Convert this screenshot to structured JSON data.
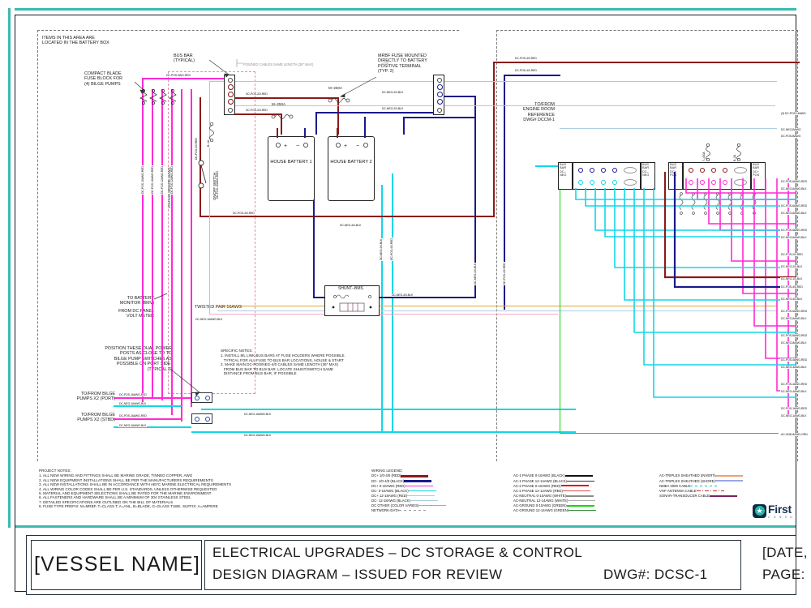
{
  "document": {
    "sheet_type": "marine electrical schematic",
    "title_block": {
      "vessel_name": "[VESSEL NAME]",
      "title_line_1": "ELECTRICAL UPGRADES – DC STORAGE & CONTROL",
      "title_line_2": "DESIGN DIAGRAM – ISSUED FOR REVIEW",
      "drawing_number_label": "DWG#: DCSC-1",
      "date_field": "[DATE,",
      "page_field": "PAGE:"
    },
    "logo": {
      "mark": "star-icon",
      "name": "First",
      "sub": "C O N S U L"
    }
  },
  "callouts": {
    "battery_box": "ITEMS IN THIS AREA ARE\nLOCATED IN THE BATTERY BOX",
    "fuse_block": "COMPACT BLADE\nFUSE BLOCK FOR\n(4) BILGE PUMPS",
    "bus_bar": "BUS BAR\n(TYPICAL)",
    "pos_neg_cables": "POS/NEG CABLES SAME LENGTH (36\" MAX)",
    "mrbf": "MRBF FUSE MOUNTED\nDIRECTLY TO BATTERY\nPOSITIVE TERMINAL\n(TYP. 2)",
    "engine_room": "TO/FROM\nENGINE ROOM\nREFERENCE\nDWG# DCCM-1",
    "to_battery_monitor": "TO BATTERY\nMONITOR (BMV)",
    "from_dc_panel": "FROM DC PANEL\nVOLT METER",
    "twisted_pair": "TWISTED PAIR 16AWG",
    "power_posts": "POSITION THESE DUAL POWER\nPOSTS AS CLOSE TO TO\nBILGE PUMP SWITCHES AS\nPOSSIBLE ON PORT SIDE.\n(TYPICAL 2)",
    "bilge_port": "TO/FROM BILGE\nPUMPS X2 (PORT)",
    "bilge_stbd": "TO/FROM BILGE\nPUMPS X2 (STBD)",
    "on_off_switch": "ON/OFF SWITCH",
    "voltage_sensor": "VOLTAGE SENSOR 16AWG",
    "shunt": "SHUNT–BMS"
  },
  "batteries": [
    {
      "name": "HOUSE\nBATTERY\n1",
      "pos_mark": "+",
      "neg_mark": "–"
    },
    {
      "name": "HOUSE\nBATTERY\n2",
      "pos_mark": "+",
      "neg_mark": "–"
    }
  ],
  "bus_bars": [
    {
      "id": "bb-neg-left",
      "label": "BUS\nBAR\nDC–\nNEG"
    },
    {
      "id": "bb-neg-right",
      "label": "BUS\nBAR\nDC–\nNEG"
    },
    {
      "id": "bb-pos-left",
      "label": "BUS\nBAR\nDC+\nPOS"
    },
    {
      "id": "bb-pos-right",
      "label": "BUS\nBAR\nDC+\nPOS"
    }
  ],
  "fuses": [
    {
      "label": "M–250A"
    },
    {
      "label": "M–250A"
    },
    {
      "label": "B–1A"
    },
    {
      "label": "T–400A"
    },
    {
      "label": "B–2A"
    }
  ],
  "fuse_block_fuses": [
    "B-15A",
    "B-15A",
    "B-15A",
    "B-15A"
  ],
  "wire_labels": {
    "top_left": [
      "DC-POS-9WG-RED",
      "DC-POS-2/0-RED",
      "DC-POS-2/0-RED",
      "DC-POS-4/0-RED",
      "DC-NEG-2/0-BLK",
      "DC-NEG-2/0-BLK",
      "DC-POS-4/0-RED",
      "DC-POS-4/0-RED",
      "DC-NEG-4/0-BLK"
    ],
    "vertical_left": [
      "DC-POS-16AWG-RED",
      "DC-POS-16AWG-RED",
      "DC-POS-12AWG-RED",
      "DC-POS-12AWG-RED",
      "VOLTAGE SENSOR 16AWG",
      "DC-POS-4/0-RED",
      "DC-POS-16AWG-RED"
    ],
    "vertical_mid": [
      "DC-NEG-4/0-BLK",
      "DC-POS-4/0-RED",
      "DC-NEG-4/0-BLK",
      "DC-POS-4/0-RED",
      "DC-NEG-16AWG-BLK"
    ],
    "bottom_left": [
      "DC-POS-16AWG-RED",
      "DC-NEG-16AWG-BLK",
      "DC-POS-16AWG-RED",
      "DC-NEG-16AWG-BLK",
      "DC-NEG-16AWG-BLK",
      "DC-NEG-16AWG-BLK"
    ],
    "right_edge": [
      "(3) DC-POS-16AWG",
      "DC-NEG-BAWG",
      "DC-POS-BAWG",
      "DC-POS-6AWG-RED",
      "DC-NEG-6AWG-BLK",
      "DC-POS-6AWG-RED",
      "DC-NEG-6AWG-BLK",
      "DC-POS-6AWG-RED",
      "DC-NEG-6AWG-BLK",
      "DC-POS-2/0-RED",
      "DC-NEG-2/0-BLK",
      "DC-NEG-1/0-BLK",
      "DC-POS-4/0-RED",
      "DC-NEG-4/0-BLK",
      "DC-POS-6AWG-RED",
      "DC-NEG-6AWG-BLK",
      "DC-POS-8AWG-RED",
      "DC-NEG-8AWG-BLK",
      "DC-POS-4AWG-RED",
      "DC-NEG-4AWG-BLK",
      "DC-POS-4AWG-RED",
      "DC-NEG-4AWG-BLK",
      "DC-POS-1AWG-RED",
      "DC-NEG-1AWG-BLK",
      "AC-GND-8AWG-GRN"
    ],
    "shunt_out": "DC-NEG-4/0-BLK",
    "neg_16": "DC-NEG-16AWG-BLK"
  },
  "specific_notes": {
    "heading": "SPECIFIC NOTES:",
    "items": [
      "1. INSTALL ML LINK BUS BARS AT FUSE HOLDERS WHERE POSSIBLE.",
      "   TYPICAL FOR ALL FUSE TO BUS BAR LOCATIONS, HOUSE & START",
      "2. MAKE MAIN DC-POS/NEG-4/0 CABLES SAME LENGTH (36\" MAX)",
      "   FROM BUS BAR TO BUS BAR. LOCATE SHUNT/SWITCH SAME",
      "   DISTANCE FROM BUS BAR, IF POSSIBLE"
    ]
  },
  "project_notes": {
    "heading": "PROJECT NOTES:",
    "items": [
      "1. ALL NEW WIRING AND FITTINGS SHALL BE MARINE GRADE, TINNED COPPER, AWG",
      "2. ALL NEW EQUIPMENT INSTALLATIONS SHALL BE PER THE MANUFACTURERS REQUIREMENTS",
      "3. ALL NEW INSTALLATIONS SHALL BE IN ACCORDANCE WITH ABYC MARINE ELECTRICAL REQUIREMENTS",
      "4. ALL WIRING COLOR CODES SHALL BE PER U.S. STANDARDS, UNLESS OTHERWISE REQUESTED",
      "5. MATERIAL AND EQUIPMENT SELECTIONS SHALL BE RATED FOR THE MARINE ENVIRONMENT",
      "6. ALL FASTENERS AND HARDWARE SHALL BE A MINIMUM OF 304 STAINLESS STEEL",
      "7. DETAILED SPECIFICATIONS ARE OUTLINED ON THE BILL OF MATERIALS",
      "8. FUSE TYPE PREFIX: M=MRBF, T=CLASS T, A=ANL, B=BLADE, G=GLASS TUBE. SUFFIX: A=AMPERE"
    ]
  },
  "wiring_legend": {
    "heading": "WIRING LEGEND:",
    "col1": [
      {
        "label": "DC+ 1/0-4/0 (RED)",
        "color": "#8b1a1a",
        "w": 2.6,
        "style": "solid"
      },
      {
        "label": "DC- 1/0-4/0 (BLACK)",
        "color": "#1a1a8b",
        "w": 2.6,
        "style": "solid"
      },
      {
        "label": "DC+ 0-10AWG (RED)",
        "color": "#ff2ad4",
        "w": 1.6,
        "style": "solid"
      },
      {
        "label": "DC- 0-10AWG (BLACK)",
        "color": "#12d7e8",
        "w": 1.6,
        "style": "solid"
      },
      {
        "label": "DC+ 12-18AWG (RED)",
        "color": "#f7a8c4",
        "w": 1.0,
        "style": "solid"
      },
      {
        "label": "DC- 12-18AWG (BLACK)",
        "color": "#a9cfe0",
        "w": 1.0,
        "style": "solid"
      },
      {
        "label": "DC OTHER (COLOR VARIES)",
        "color": "#e2a33c",
        "w": 1.0,
        "style": "solid"
      },
      {
        "label": "NETWORK-DATA",
        "color": "#9a9a9a",
        "w": 1.0,
        "style": "dashed"
      }
    ],
    "col2": [
      {
        "label": "AC-1 PHASE 0-10AWG (BLACK)",
        "color": "#111111",
        "w": 2.2,
        "style": "solid"
      },
      {
        "label": "AC-1 PHASE 12-14AWG (BLACK)",
        "color": "#333333",
        "w": 0.9,
        "style": "solid"
      },
      {
        "label": "AC-2 PHASE 0-10AWG (RED)",
        "color": "#e01b1b",
        "w": 2.0,
        "style": "solid"
      },
      {
        "label": "AC-2 PHASE 12-14AWG (RED)",
        "color": "#e05050",
        "w": 0.9,
        "style": "solid"
      },
      {
        "label": "AC-NEUTRAL 0-10AWG (WHITE)",
        "color": "#8a8a8a",
        "w": 2.0,
        "style": "solid"
      },
      {
        "label": "AC-NEUTRAL 12-14AWG (WHITE)",
        "color": "#b0b0b0",
        "w": 0.9,
        "style": "solid"
      },
      {
        "label": "AC-GROUND 0-10AWG (GREEN)",
        "color": "#13d613",
        "w": 2.0,
        "style": "solid"
      },
      {
        "label": "AC-GROUND 12-14AWG (GREEN)",
        "color": "#2e8b2e",
        "w": 0.9,
        "style": "solid"
      }
    ],
    "col3": [
      {
        "label": "AC-TRIPLEX SHEATHED (INVERT)",
        "color": "#f0a070",
        "w": 2.0,
        "style": "solid"
      },
      {
        "label": "AC-TRIPLEX SHEATHED (SHORE)",
        "color": "#9aa8e8",
        "w": 2.0,
        "style": "solid"
      },
      {
        "label": "NMEA 2000 CABLE",
        "color": "#00c8c8",
        "w": 1.3,
        "style": "dashed"
      },
      {
        "label": "VHF-ANTENNA CABLE",
        "color": "#c03030",
        "w": 1.3,
        "style": "dashdot"
      },
      {
        "label": "SONAR-TRANSDUCER CABLE",
        "color": "#7a2060",
        "w": 2.0,
        "style": "solid"
      }
    ]
  },
  "colors": {
    "dc_pos_heavy": "#8b1a1a",
    "dc_neg_heavy": "#1a1a8b",
    "dc_pos_mid": "#ff2ad4",
    "dc_neg_mid": "#12d7e8",
    "dc_pos_small": "#f7a8c4",
    "dc_neg_small": "#a9cfe0",
    "dc_other": "#e2a33c",
    "ac_ground": "#13d613",
    "teal_rule": "#3fb9b0",
    "ink": "#1a1a1a"
  }
}
